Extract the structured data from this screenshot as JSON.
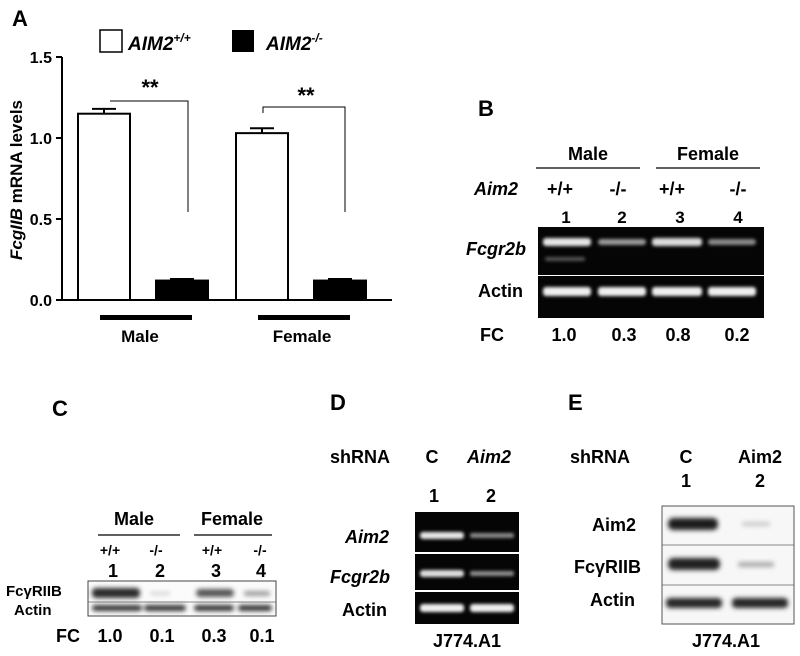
{
  "panelA": {
    "letter": "A",
    "legend": {
      "wt_base": "AIM2",
      "wt_sup": "+/+",
      "ko_base": "AIM2",
      "ko_sup": "-/-"
    },
    "ylabel_italic": "FcgIIB",
    "ylabel_rest": " mRNA levels",
    "sig": "**",
    "yticks": [
      "0.0",
      "0.5",
      "1.0",
      "1.5"
    ],
    "groups": [
      "Male",
      "Female"
    ]
  },
  "chart_data": {
    "type": "bar",
    "categories": [
      "Male",
      "Female"
    ],
    "series": [
      {
        "name": "AIM2+/+",
        "values": [
          1.15,
          1.03
        ],
        "errors": [
          0.03,
          0.03
        ],
        "color": "#ffffff"
      },
      {
        "name": "AIM2-/-",
        "values": [
          0.12,
          0.12
        ],
        "errors": [
          0.01,
          0.01
        ],
        "color": "#000000"
      }
    ],
    "ylabel": "FcgIIB mRNA levels",
    "ylim": [
      0,
      1.5
    ],
    "yticks": [
      0,
      0.5,
      1.0,
      1.5
    ],
    "significance": [
      "**",
      "**"
    ]
  },
  "panelB": {
    "letter": "B",
    "male": "Male",
    "female": "Female",
    "genotype_label": "Aim2",
    "genotypes": [
      "+/+",
      "-/-",
      "+/+",
      "-/-"
    ],
    "lanes": [
      "1",
      "2",
      "3",
      "4"
    ],
    "row1": "Fcgr2b",
    "row2": "Actin",
    "fc_label": "FC",
    "fc": [
      "1.0",
      "0.3",
      "0.8",
      "0.2"
    ]
  },
  "panelC": {
    "letter": "C",
    "male": "Male",
    "female": "Female",
    "genotypes": [
      "+/+",
      "-/-",
      "+/+",
      "-/-"
    ],
    "lanes": [
      "1",
      "2",
      "3",
      "4"
    ],
    "row1": "FcγRIIB",
    "row2": "Actin",
    "fc_label": "FC",
    "fc": [
      "1.0",
      "0.1",
      "0.3",
      "0.1"
    ]
  },
  "panelD": {
    "letter": "D",
    "shrna_label": "shRNA",
    "cond": [
      "C",
      "Aim2"
    ],
    "lanes": [
      "1",
      "2"
    ],
    "rows": [
      "Aim2",
      "Fcgr2b",
      "Actin"
    ],
    "cell_line": "J774.A1"
  },
  "panelE": {
    "letter": "E",
    "shrna_label": "shRNA",
    "cond": [
      "C",
      "Aim2"
    ],
    "lanes": [
      "1",
      "2"
    ],
    "rows": [
      "Aim2",
      "FcγRIIB",
      "Actin"
    ],
    "cell_line": "J774.A1"
  }
}
